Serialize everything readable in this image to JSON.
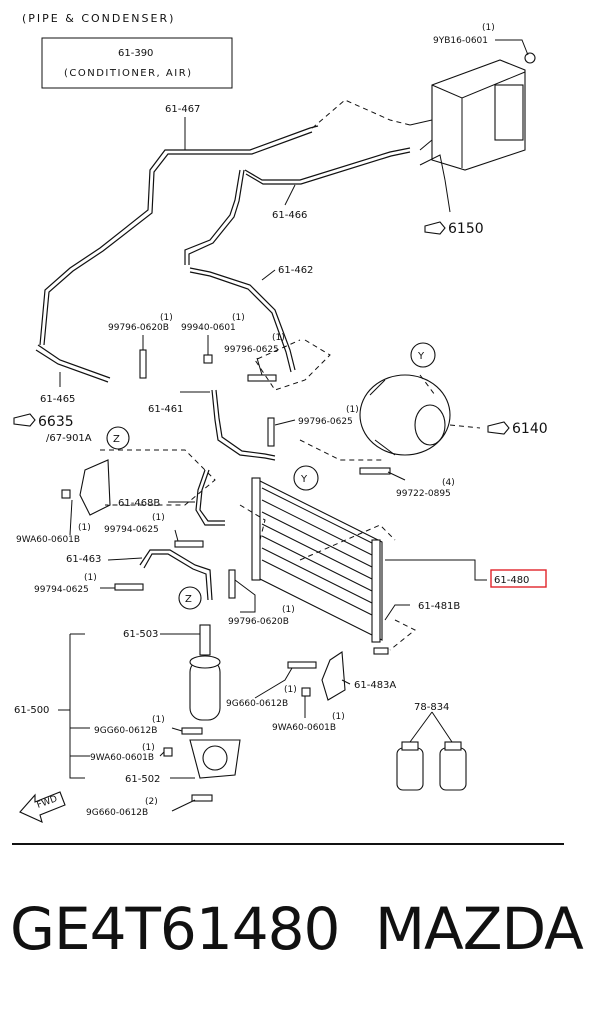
{
  "diagram": {
    "section_title": "(PIPE & CONDENSER)",
    "reference_box": {
      "code": "61-390",
      "text": "(CONDITIONER, AIR)"
    },
    "callouts": {
      "c9yb16": {
        "qty": "(1)",
        "code": "9YB16-0601"
      },
      "c61467": {
        "code": "61-467"
      },
      "c61466": {
        "code": "61-466"
      },
      "c6150": {
        "code": "6150"
      },
      "c61462": {
        "code": "61-462"
      },
      "c99796_0620b_top": {
        "qty": "(1)",
        "code": "99796-0620B"
      },
      "c99940": {
        "qty": "(1)",
        "code": "99940-0601"
      },
      "c99796_0625_a": {
        "qty": "(1)",
        "code": "99796-0625"
      },
      "c61461": {
        "code": "61-461"
      },
      "c61465": {
        "code": "61-465"
      },
      "c6635": {
        "code": "6635"
      },
      "c67901a": {
        "code": "/67-901A"
      },
      "c99796_0625_b": {
        "qty": "(1)",
        "code": "99796-0625"
      },
      "c6140": {
        "code": "6140"
      },
      "c99722": {
        "qty": "(4)",
        "code": "99722-0895"
      },
      "c61468b": {
        "code": "61-468B"
      },
      "c9wa60_left": {
        "qty": "(1)",
        "code": "9WA60-0601B"
      },
      "c99794_a": {
        "qty": "(1)",
        "code": "99794-0625"
      },
      "c61463": {
        "code": "61-463"
      },
      "c99794_b": {
        "qty": "(1)",
        "code": "99794-0625"
      },
      "c61480": {
        "code": "61-480"
      },
      "c61481b": {
        "code": "61-481B"
      },
      "c99796_0620b_low": {
        "qty": "(1)",
        "code": "99796-0620B"
      },
      "c61503": {
        "code": "61-503"
      },
      "c61500": {
        "code": "61-500"
      },
      "c9g660_mid": {
        "qty": "(1)",
        "code": "9G660-0612B"
      },
      "c61483a": {
        "code": "61-483A"
      },
      "c9gg60": {
        "qty": "(1)",
        "code": "9GG60-0612B"
      },
      "c9wa60_mid": {
        "qty": "(1)",
        "code": "9WA60-0601B"
      },
      "c9wa60_low": {
        "qty": "(1)",
        "code": "9WA60-0601B"
      },
      "c78834": {
        "code": "78-834"
      },
      "c61502": {
        "code": "61-502"
      },
      "c9g660_low": {
        "qty": "(2)",
        "code": "9G660-0612B"
      }
    },
    "markers": {
      "y": "Y",
      "z": "Z"
    },
    "fwd": "FWD",
    "highlight_color": "#e0242a"
  },
  "caption": {
    "part_number": "GE4T61480",
    "brand": "MAZDA"
  }
}
